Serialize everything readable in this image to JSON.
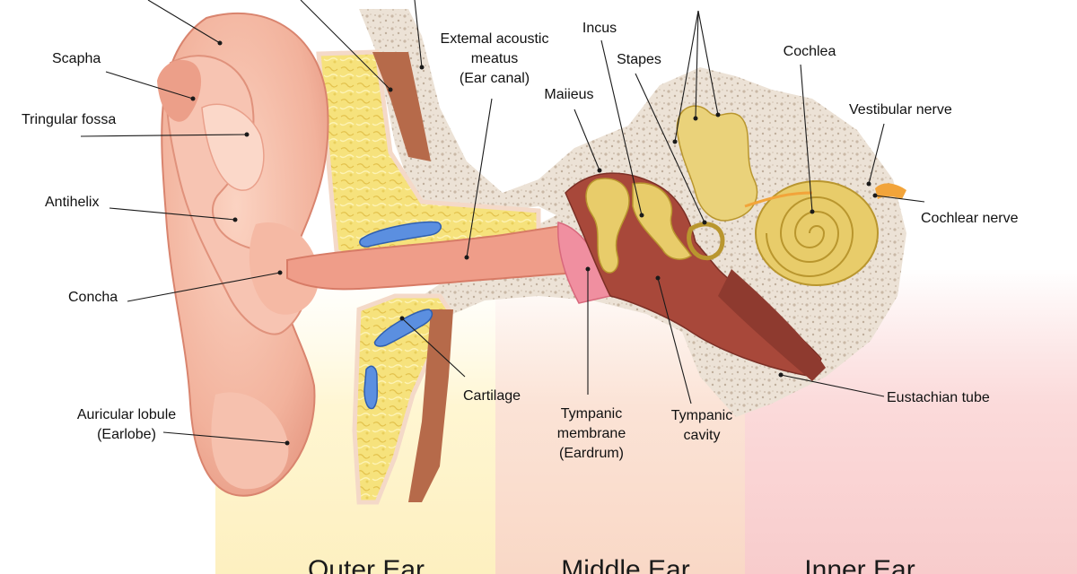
{
  "labels": {
    "scapha": "Scapha",
    "triangular_fossa": "Tringular fossa",
    "antihelix": "Antihelix",
    "concha": "Concha",
    "auricular_lobule": "Auricular lobule",
    "earlobe": "(Earlobe)",
    "external_meatus_1": "Extemal acoustic",
    "external_meatus_2": "meatus",
    "external_meatus_3": "(Ear canal)",
    "incus": "Incus",
    "malleus": "Maiieus",
    "stapes": "Stapes",
    "cochlea": "Cochlea",
    "vestibular_nerve": "Vestibular nerve",
    "cochlear_nerve": "Cochlear nerve",
    "eustachian_tube": "Eustachian tube",
    "cartilage": "Cartilage",
    "tympanic_membrane_1": "Tympanic",
    "tympanic_membrane_2": "membrane",
    "tympanic_membrane_3": "(Eardrum)",
    "tympanic_cavity_1": "Tympanic",
    "tympanic_cavity_2": "cavity"
  },
  "sections": {
    "outer": "Outer Ear",
    "middle": "Middle Ear",
    "inner": "Inner Ear"
  },
  "colors": {
    "skin": "#f3b7a2",
    "skin_dark": "#e59b85",
    "cartilage_yellow": "#f5e27a",
    "bone": "#e8ddd0",
    "muscle": "#a84a3c",
    "ossicle": "#e8cc6a",
    "blue_cartilage": "#5b8fe0",
    "eardrum": "#f08fa0"
  }
}
